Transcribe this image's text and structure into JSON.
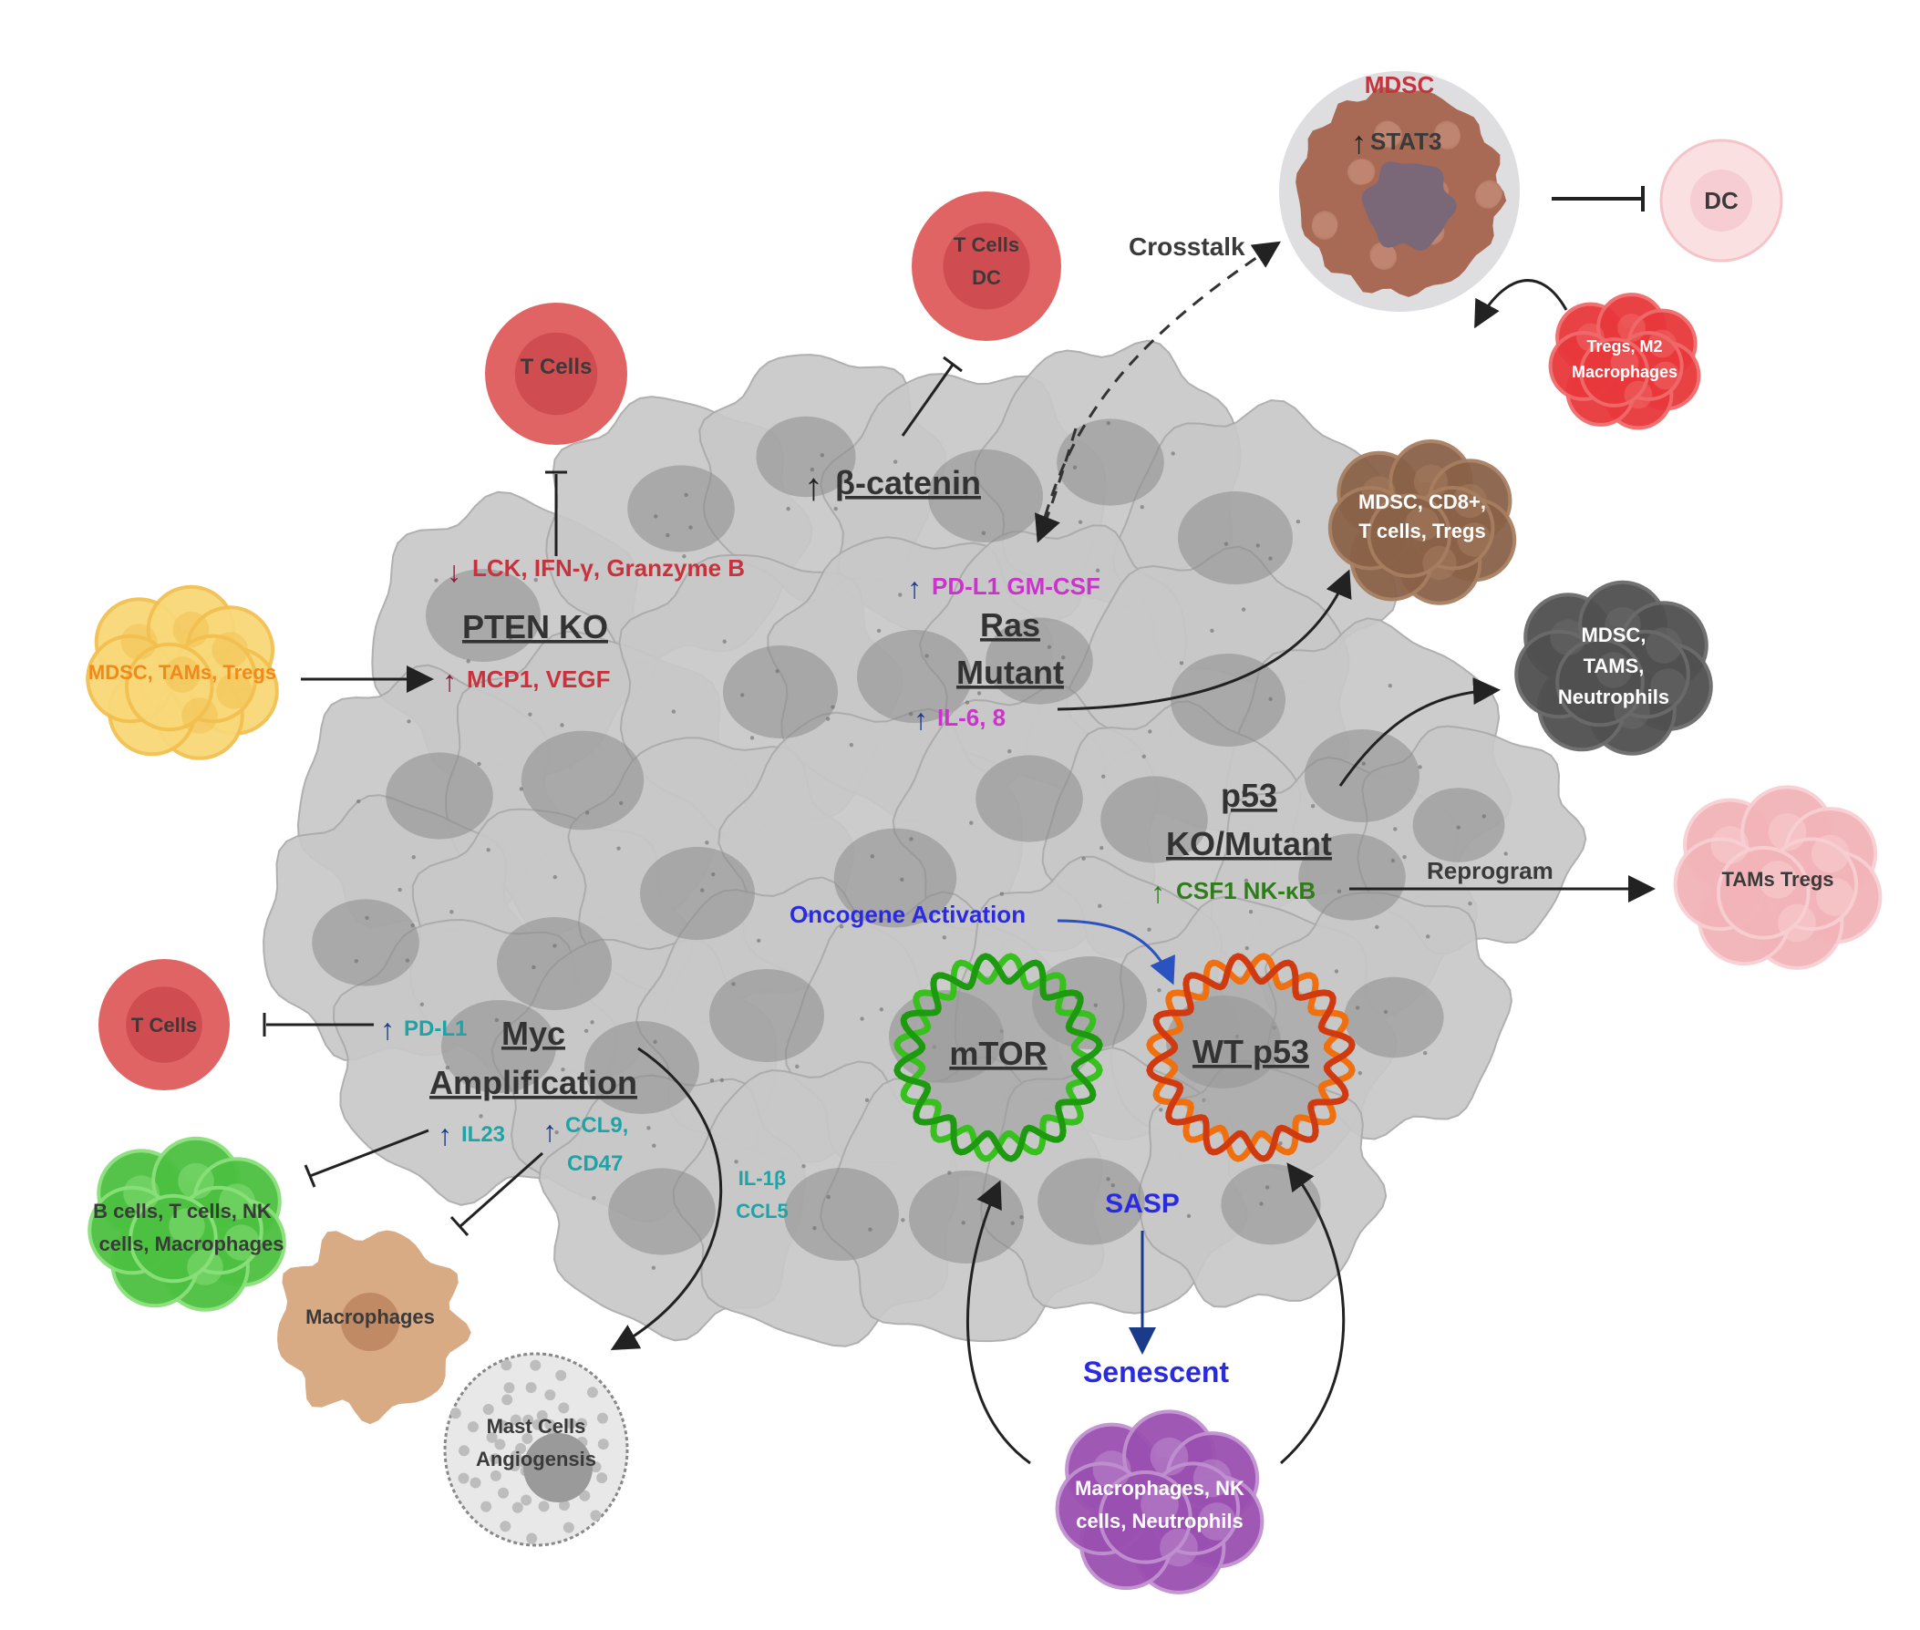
{
  "colors": {
    "tumor_cell": "#c8c8c8",
    "nucleus": "#8c8c8c",
    "t_cell": "#e06464",
    "mdsc_brown": "#a86a55",
    "dc_pink": "#fbe0e2",
    "treg_red": "#e8383c",
    "brown_cluster": "#8a6248",
    "dark_cluster": "#505050",
    "pink_cluster": "#f2b4b8",
    "yellow_cluster": "#f8d878",
    "green_cluster": "#4cc040",
    "macrophage_tan": "#d9ab85",
    "purple_cluster": "#9a50b0",
    "mtor_green": "#38c01e",
    "p53_orange": "#f07010"
  },
  "cells": {
    "t_cells_top": "T Cells",
    "t_cells_dc": [
      "T Cells",
      "DC"
    ],
    "mdsc_title": "MDSC",
    "stat3": "STAT3",
    "dc": "DC",
    "tregs_m2": [
      "Tregs, M2",
      "Macrophages"
    ],
    "brown_cluster": [
      "MDSC, CD8+,",
      "T cells, Tregs"
    ],
    "dark_cluster": [
      "MDSC,",
      "TAMS,",
      "Neutrophils"
    ],
    "pink_cluster": "TAMs Tregs",
    "yellow_cluster": "MDSC, TAMs, Tregs",
    "t_cells_left": "T Cells",
    "green_cluster": [
      "B cells, T cells, NK",
      "cells, Macrophages"
    ],
    "macrophages": "Macrophages",
    "mast_cells": [
      "Mast Cells",
      "Angiogensis"
    ],
    "purple_cluster": [
      "Macrophages, NK",
      "cells, Neutrophils"
    ]
  },
  "labels": {
    "crosstalk": "Crosstalk",
    "beta_catenin": "β-catenin",
    "pten_ko": "PTEN KO",
    "pten_down": "LCK, IFN-γ, Granzyme B",
    "pten_up": "MCP1, VEGF",
    "ras_line1": "Ras",
    "ras_line2": "Mutant",
    "ras_up1": "PD-L1 GM-CSF",
    "ras_up2": "IL-6, 8",
    "p53_line1": "p53",
    "p53_line2": "KO/Mutant",
    "p53_up": "CSF1 NK-κB",
    "reprogram": "Reprogram",
    "oncogene_activation": "Oncogene Activation",
    "myc_line1": "Myc",
    "myc_line2": "Amplification",
    "myc_pdl1": "PD-L1",
    "myc_il23": "IL23",
    "myc_ccl9_1": "CCL9,",
    "myc_ccl9_2": "CD47",
    "il1b_1": "IL-1β",
    "il1b_2": "CCL5",
    "mtor": "mTOR",
    "wt_p53": "WT p53",
    "sasp": "SASP",
    "senescent": "Senescent"
  }
}
